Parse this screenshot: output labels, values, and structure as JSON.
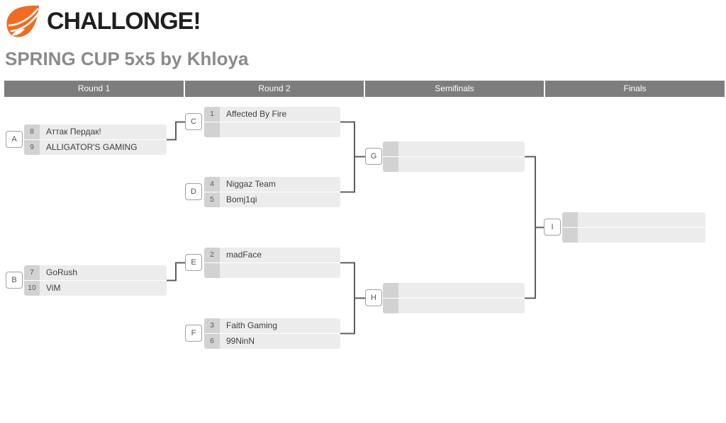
{
  "header": {
    "logo_text": "CHALLONGE!",
    "tournament_title": "SPRING CUP 5x5 by Khloya"
  },
  "round_headers": [
    "Round 1",
    "Round 2",
    "Semifinals",
    "Finals"
  ],
  "matches": [
    {
      "id": "A",
      "slots": [
        {
          "seed": "8",
          "name": "Аттак Пердак!"
        },
        {
          "seed": "9",
          "name": "ALLIGATOR'S GAMING"
        }
      ]
    },
    {
      "id": "B",
      "slots": [
        {
          "seed": "7",
          "name": "GoRush"
        },
        {
          "seed": "10",
          "name": "ViM"
        }
      ]
    },
    {
      "id": "C",
      "slots": [
        {
          "seed": "1",
          "name": "Affected By Fire"
        },
        {
          "seed": "",
          "name": ""
        }
      ]
    },
    {
      "id": "D",
      "slots": [
        {
          "seed": "4",
          "name": "Niggaz Team"
        },
        {
          "seed": "5",
          "name": "Bomj1qi"
        }
      ]
    },
    {
      "id": "E",
      "slots": [
        {
          "seed": "2",
          "name": "madFace"
        },
        {
          "seed": "",
          "name": ""
        }
      ]
    },
    {
      "id": "F",
      "slots": [
        {
          "seed": "3",
          "name": "Faith Gaming"
        },
        {
          "seed": "6",
          "name": "99NinN"
        }
      ]
    },
    {
      "id": "G",
      "slots": [
        {
          "seed": "",
          "name": ""
        },
        {
          "seed": "",
          "name": ""
        }
      ]
    },
    {
      "id": "H",
      "slots": [
        {
          "seed": "",
          "name": ""
        },
        {
          "seed": "",
          "name": ""
        }
      ]
    },
    {
      "id": "I",
      "slots": [
        {
          "seed": "",
          "name": ""
        },
        {
          "seed": "",
          "name": ""
        }
      ]
    }
  ],
  "colors": {
    "brand_orange": "#f26b21",
    "logo_text": "#1f1f1f",
    "title_gray": "#8b8b8b",
    "round_header_bg": "#7d7d7d",
    "round_header_text": "#ffffff",
    "seed_cell_bg": "#d2d2d2",
    "slot_bg": "#ececec",
    "connector": "#5e5e5e"
  }
}
